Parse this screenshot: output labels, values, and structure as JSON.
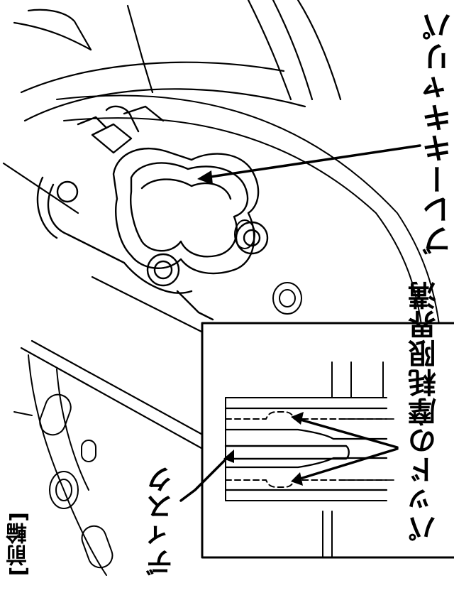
{
  "labels": {
    "section": "[前輪]",
    "disc": "ディスク",
    "pad_groove": "パッドの摩耗限界溝",
    "caliper": "ブレーキキャリパ"
  },
  "colors": {
    "line": "#000000",
    "background": "#ffffff"
  }
}
